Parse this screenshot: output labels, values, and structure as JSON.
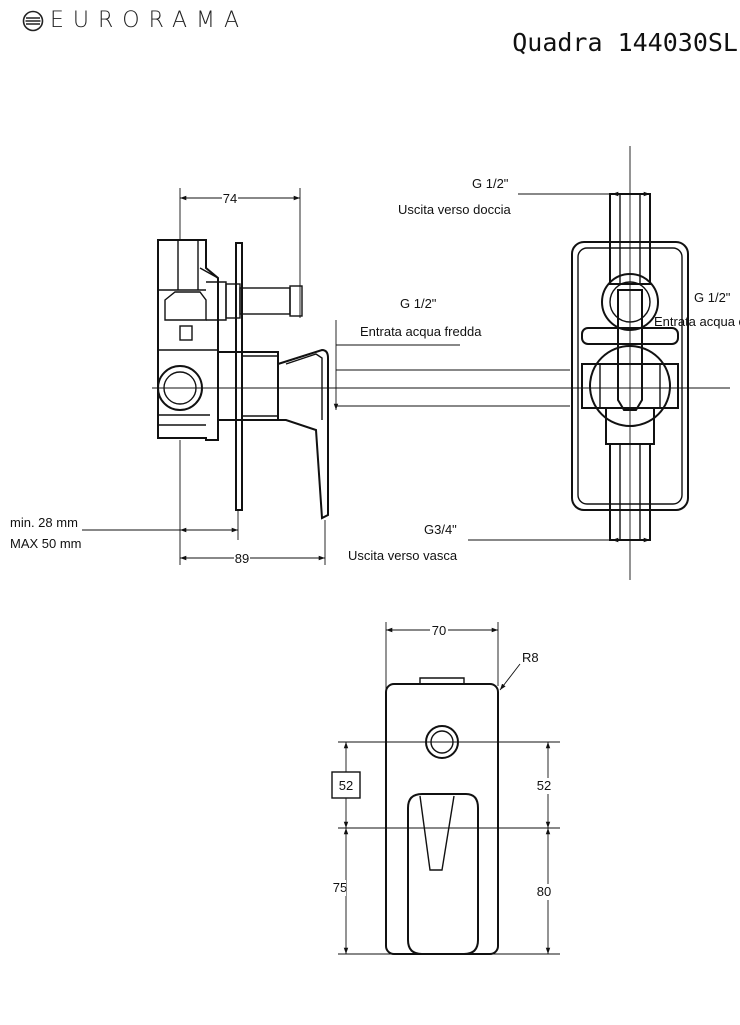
{
  "brand": {
    "logo_text": "EURORAMA"
  },
  "title": "Quadra 144030SL",
  "side_view": {
    "dim_top": "74",
    "dim_bottom": "89",
    "depth_min": "min. 28 mm",
    "depth_max": "MAX 50 mm"
  },
  "rear_view": {
    "shower_outlet_thread": "G 1/2\"",
    "shower_outlet_label": "Uscita verso doccia",
    "cold_inlet_thread": "G 1/2\"",
    "cold_inlet_label": "Entrata acqua fredda",
    "hot_inlet_thread": "G 1/2\"",
    "hot_inlet_label": "Entrata acqua cal",
    "bath_outlet_thread": "G3/4\"",
    "bath_outlet_label": "Uscita verso vasca"
  },
  "front_view": {
    "dim_width": "70",
    "radius": "R8",
    "dim_left_upper": "52",
    "dim_left_lower": "75",
    "dim_right_upper": "52",
    "dim_right_lower": "80"
  }
}
